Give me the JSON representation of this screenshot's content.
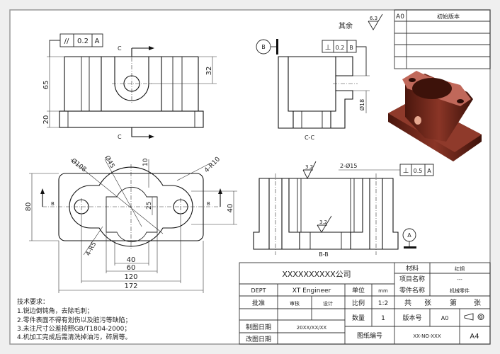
{
  "title_block": {
    "company": "XXXXXXXXXX公司",
    "material_label": "材料",
    "material_value": "红铜",
    "project_label": "项目名称",
    "project_value": "---",
    "dept_label": "DEPT",
    "dept_value": "XT Engineer",
    "unit_label": "单位",
    "unit_value": "mm",
    "part_label": "零件名称",
    "part_value": "机械零件",
    "approve_label": "批准",
    "review_label": "审核",
    "design_label": "设计",
    "scale_label": "比例",
    "scale_value": "1:2",
    "sheets_total": "共",
    "sheets_unit1": "张",
    "sheets_no": "第",
    "sheets_unit2": "张",
    "qty_label": "数量",
    "qty_value": "1",
    "version_label": "版本号",
    "version_value": "A0",
    "draw_date_label": "制图日期",
    "draw_date_value": "20XX/XX/XX",
    "mod_date_label": "改图日期",
    "drawing_no_label": "图纸编号",
    "drawing_no_value": "XX-NO-XXX",
    "paper_size": "A4",
    "projection_icon": "first-angle-projection-icon"
  },
  "revision_table": {
    "rows": [
      {
        "ver": "A0",
        "desc": "初始版本"
      },
      {
        "ver": "",
        "desc": ""
      },
      {
        "ver": "",
        "desc": ""
      },
      {
        "ver": "",
        "desc": ""
      },
      {
        "ver": "",
        "desc": ""
      }
    ]
  },
  "surface_default": {
    "label": "其余",
    "value": "6.3"
  },
  "tech_requirements": {
    "title": "技术要求：",
    "items": [
      "1.锐边倒钝角，去除毛刺；",
      "2.零件表面不得有划伤以及脏污等缺陷；",
      "3.未注尺寸公差按照GB/T1804-2000；",
      "4.机加工完成后需清洗掉油污，碎屑等。"
    ]
  },
  "front_view": {
    "tolerance": {
      "symbol": "//",
      "value": "0.2",
      "datum": "A"
    },
    "section_mark": "C",
    "dims": {
      "height": "65",
      "base": "20",
      "hole_height": "32"
    }
  },
  "section_cc": {
    "label": "C-C",
    "datum": "B",
    "tolerance": {
      "symbol": "⊥",
      "value": "0.2",
      "datum": "B"
    },
    "hole_dim": "Ø18"
  },
  "top_view": {
    "section_mark": "B",
    "dims": {
      "d108": "Ø108",
      "d45": "Ø45",
      "d10": "10",
      "d25": "25",
      "r10": "4-R10",
      "r5": "4-R5",
      "h80": "80",
      "h40": "40",
      "w40": "40",
      "w60": "60",
      "w120": "120",
      "w172": "172"
    }
  },
  "section_bb": {
    "label": "B-B",
    "datum": "A",
    "tolerance": {
      "symbol": "⊥",
      "value": "0.5",
      "datum": "A"
    },
    "hole_dim": "2-Ø15",
    "roughness_top": "3.2",
    "roughness_bottom": "3.2"
  },
  "colors": {
    "paper": "#ffffff",
    "background": "#efefef",
    "line": "#222222",
    "model": "#7a2e1e"
  }
}
